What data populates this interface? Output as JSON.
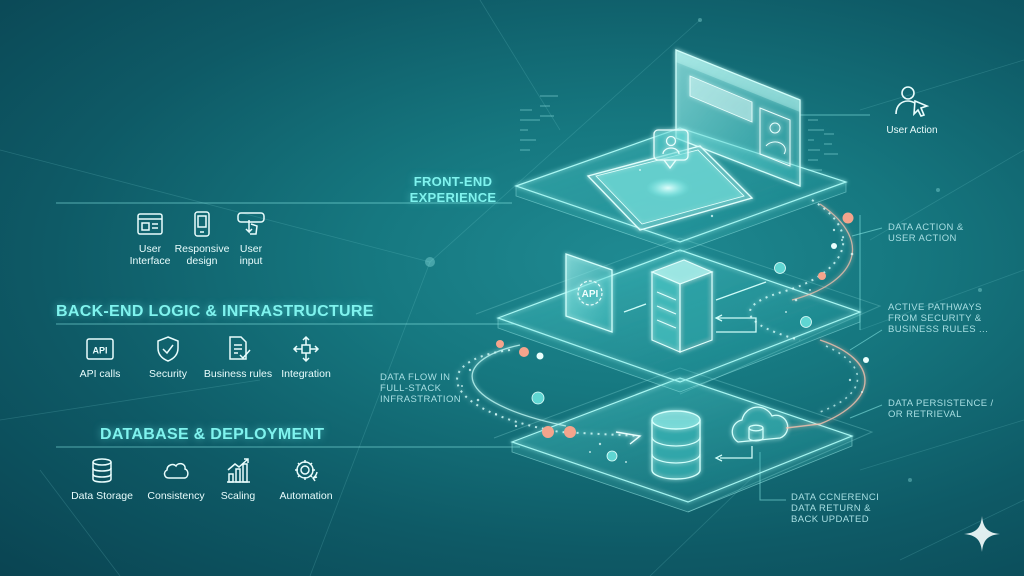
{
  "layers": {
    "frontend": {
      "title": "FRONT-END\nEXPERIENCE"
    },
    "backend": {
      "title": "BACK-END LOGIC & INFRASTRUCTURE"
    },
    "database": {
      "title": "DATABASE & DEPLOYMENT"
    }
  },
  "frontend_features": [
    {
      "label": "User\nInterface",
      "icon": "browser-window-icon"
    },
    {
      "label": "Responsive\ndesign",
      "icon": "mobile-device-icon"
    },
    {
      "label": "User\ninput",
      "icon": "pointer-click-icon"
    }
  ],
  "backend_features": [
    {
      "label": "API calls",
      "icon": "api-box-icon"
    },
    {
      "label": "Security",
      "icon": "shield-check-icon"
    },
    {
      "label": "Business rules",
      "icon": "document-check-icon"
    },
    {
      "label": "Integration",
      "icon": "integration-arrows-icon"
    }
  ],
  "database_features": [
    {
      "label": "Data Storage",
      "icon": "database-stack-icon"
    },
    {
      "label": "Consistency",
      "icon": "cloud-icon"
    },
    {
      "label": "Scaling",
      "icon": "growth-chart-icon"
    },
    {
      "label": "Automation",
      "icon": "gear-cycle-icon"
    }
  ],
  "user_action": {
    "label": "User Action",
    "icon": "user-cursor-icon"
  },
  "annotations": {
    "data_action": "DATA ACTION &\nUSER ACTION",
    "active_pathways": "ACTIVE PATHWAYS\nFROM SECURITY &\nBUSINESS RULES ...",
    "persistence": "DATA PERSISTENCE /\nOR RETRIEVAL",
    "data_flow": "DATA FLOW IN\nFULL-STACK\nINFRASTRATION",
    "data_coherence": "DATA CCNERENCI\nDATA RETURN &\nBACK UPDATED"
  },
  "diagram_labels": {
    "api_badge": "API"
  },
  "colors": {
    "accent": "#7ff3ee",
    "glow": "#bdf9f6",
    "background_dark": "#0a4452",
    "background_light": "#1f8a92",
    "particle_coral": "#f4a48c",
    "particle_cyan": "#5fd6d2"
  }
}
